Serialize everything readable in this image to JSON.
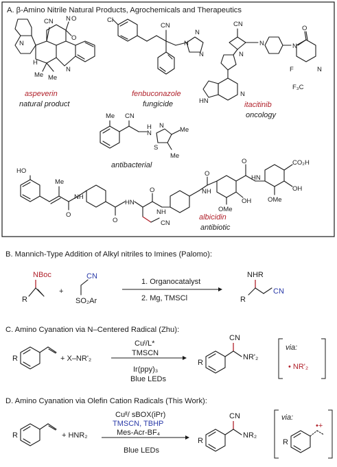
{
  "panel_a": {
    "title": "A. β-Amino Nitrile Natural Products, Agrochemicals and Therapeutics",
    "compounds": [
      {
        "name": "aspeverin",
        "category": "natural product"
      },
      {
        "name": "fenbuconazole",
        "category": "fungicide"
      },
      {
        "name": "itacitinib",
        "category": "oncology"
      },
      {
        "name": "",
        "category": "antibacterial"
      },
      {
        "name": "albicidin",
        "category": "antibiotic"
      }
    ],
    "atom_labels": {
      "cn": "CN",
      "me": "Me",
      "cl": "Cl",
      "n": "N",
      "o": "O",
      "h": "H",
      "f": "F",
      "nh": "NH",
      "hn": "HN",
      "ho": "HO",
      "s": "S",
      "cf3": "F₃C",
      "co2h": "CO₂H",
      "oh": "OH",
      "ome": "OMe",
      "h_n": "H"
    }
  },
  "panel_b": {
    "title": "B. Mannich-Type Addition of Alkyl nitriles to Imines (Palomo):",
    "reactant1": {
      "top": "NBoc",
      "r": "R"
    },
    "plus": "+",
    "reactant2": {
      "cn": "CN",
      "so2ar": "SO₂Ar"
    },
    "conditions": [
      "1. Organocatalyst",
      "2. Mg, TMSCl"
    ],
    "product": {
      "nhr": "NHR",
      "r": "R",
      "cn": "CN"
    }
  },
  "panel_c": {
    "title": "C. Amino Cyanation via N–Centered Radical (Zhu):",
    "reagent": "+ X–NR'₂",
    "conditions_above": [
      "Cuᴵ/L*",
      "TMSCN"
    ],
    "conditions_below": [
      "Ir(ppy)₃",
      "Blue LEDs"
    ],
    "product": {
      "cn": "CN",
      "nr2": "NR'₂",
      "r": "R"
    },
    "via_label": "via:",
    "via_species": "• NR'₂",
    "r": "R"
  },
  "panel_d": {
    "title": "D. Amino Cyanation via Olefin Cation Radicals (This Work):",
    "reagent": "+ HNR₂",
    "conditions_above": [
      "Cuᴵᴵ/ sBOX(iPr)",
      "TMSCN, TBHP",
      "Mes-Acr-BF₄"
    ],
    "conditions_below": [
      "Blue LEDs"
    ],
    "product": {
      "cn": "CN",
      "nr2": "NR₂",
      "r": "R"
    },
    "via_label": "via:",
    "via_species": "•+",
    "r": "R"
  },
  "colors": {
    "accent_red": "#b0202a",
    "accent_blue": "#2a3aa8",
    "frame": "#1a1a1a",
    "text": "#1a1a1a"
  }
}
